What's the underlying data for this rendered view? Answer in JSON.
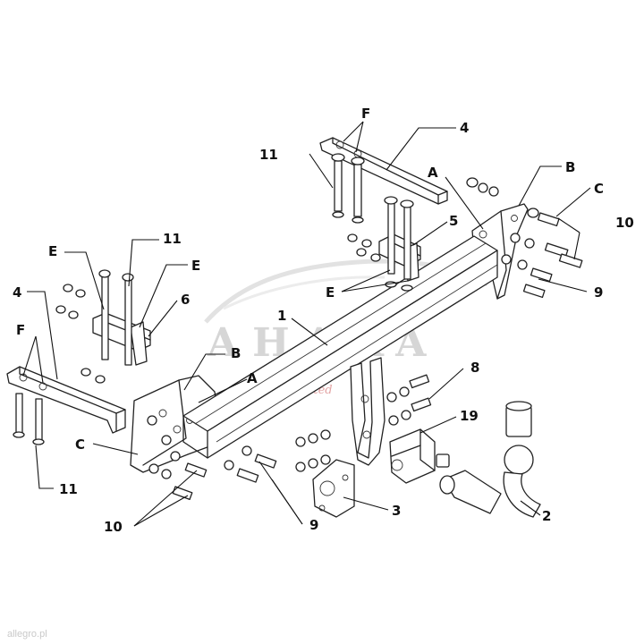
{
  "watermark": {
    "brand": "AHAKA",
    "tagline": "made and tested"
  },
  "footer_mark": "allegro.pl",
  "callouts": {
    "part_1": "1",
    "part_2": "2",
    "part_3": "3",
    "part_4_right": "4",
    "part_4_left": "4",
    "part_5": "5",
    "part_6": "6",
    "part_8": "8",
    "part_9_right": "9",
    "part_9_left": "9",
    "part_10_right": "10",
    "part_10_left": "10",
    "part_11_top_right": "11",
    "part_11_top_left": "11",
    "part_11_bottom_left": "11",
    "part_19": "19",
    "label_a_right": "A",
    "label_a_left": "A",
    "label_b_right": "B",
    "label_b_left": "B",
    "label_c_right": "C",
    "label_c_left": "C",
    "label_e_left_top": "E",
    "label_e_left_mid": "E",
    "label_e_right": "E",
    "label_f_right": "F",
    "label_f_left": "F"
  },
  "colors": {
    "line": "#222222",
    "watermark": "#d6d6d6",
    "watermark_accent": "#e3a4a4"
  }
}
